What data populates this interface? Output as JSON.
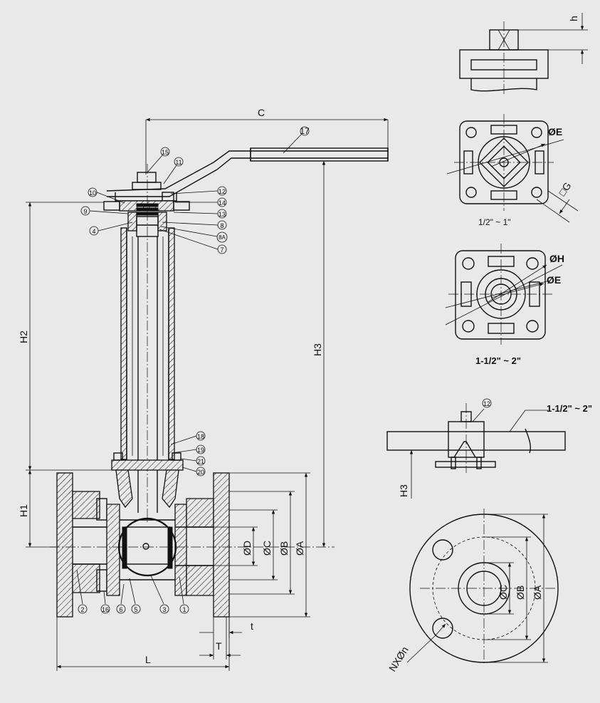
{
  "dimensions": {
    "h": "h",
    "C": "C",
    "H2": "H2",
    "H3": "H3",
    "H1": "H1",
    "L": "L",
    "T": "T",
    "t": "t",
    "D": "ØD",
    "C_dia": "ØC",
    "B": "ØB",
    "A": "ØA",
    "E": "ØE",
    "G": "□G",
    "H": "ØH",
    "bolt": "NXØn"
  },
  "captions": {
    "small_size": "1/2\" ~ 1\"",
    "large_size": "1-1/2\" ~ 2\"",
    "handle_size": "1-1/2\" ~ 2\""
  },
  "parts": [
    "17",
    "15",
    "11",
    "10",
    "12",
    "14",
    "9",
    "13",
    "4",
    "8",
    "8A",
    "7",
    "18",
    "19",
    "21",
    "20",
    "2",
    "16",
    "6",
    "5",
    "3",
    "1"
  ],
  "detail_part": "12"
}
